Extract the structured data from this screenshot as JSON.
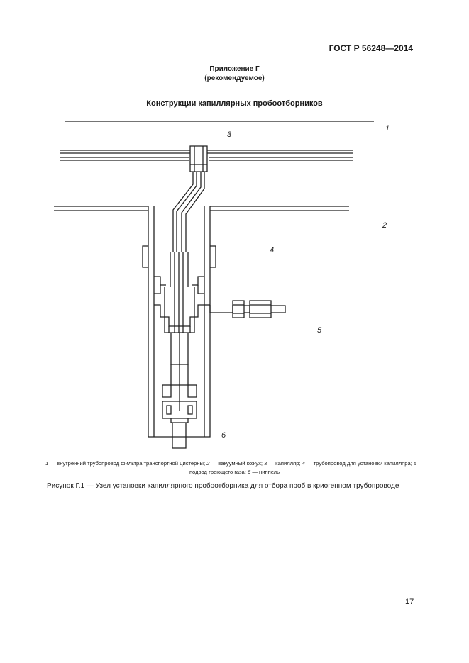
{
  "header": {
    "standard": "ГОСТ Р 56248—2014"
  },
  "appendix": {
    "title": "Приложение Г",
    "subtitle": "(рекомендуемое)"
  },
  "section": {
    "title": "Конструкции капиллярных пробоотборников"
  },
  "figure": {
    "labels": [
      "1",
      "2",
      "3",
      "4",
      "5",
      "6"
    ],
    "legend": [
      {
        "num": "1",
        "text": " — внутренний трубопровод фильтра транспортной цистерны; "
      },
      {
        "num": "2",
        "text": " — вакуумный кожух; "
      },
      {
        "num": "3",
        "text": " — капилляр; "
      },
      {
        "num": "4",
        "text": " — трубопровод для установки капилляра; "
      },
      {
        "num": "5",
        "text": " — подвод греющего газа; "
      },
      {
        "num": "6",
        "text": " — ниппель"
      }
    ],
    "caption": "Рисунок Г.1 — Узел установки капиллярного пробоотборника для отбора проб в криогенном трубопроводе"
  },
  "footer": {
    "page_number": "17"
  }
}
